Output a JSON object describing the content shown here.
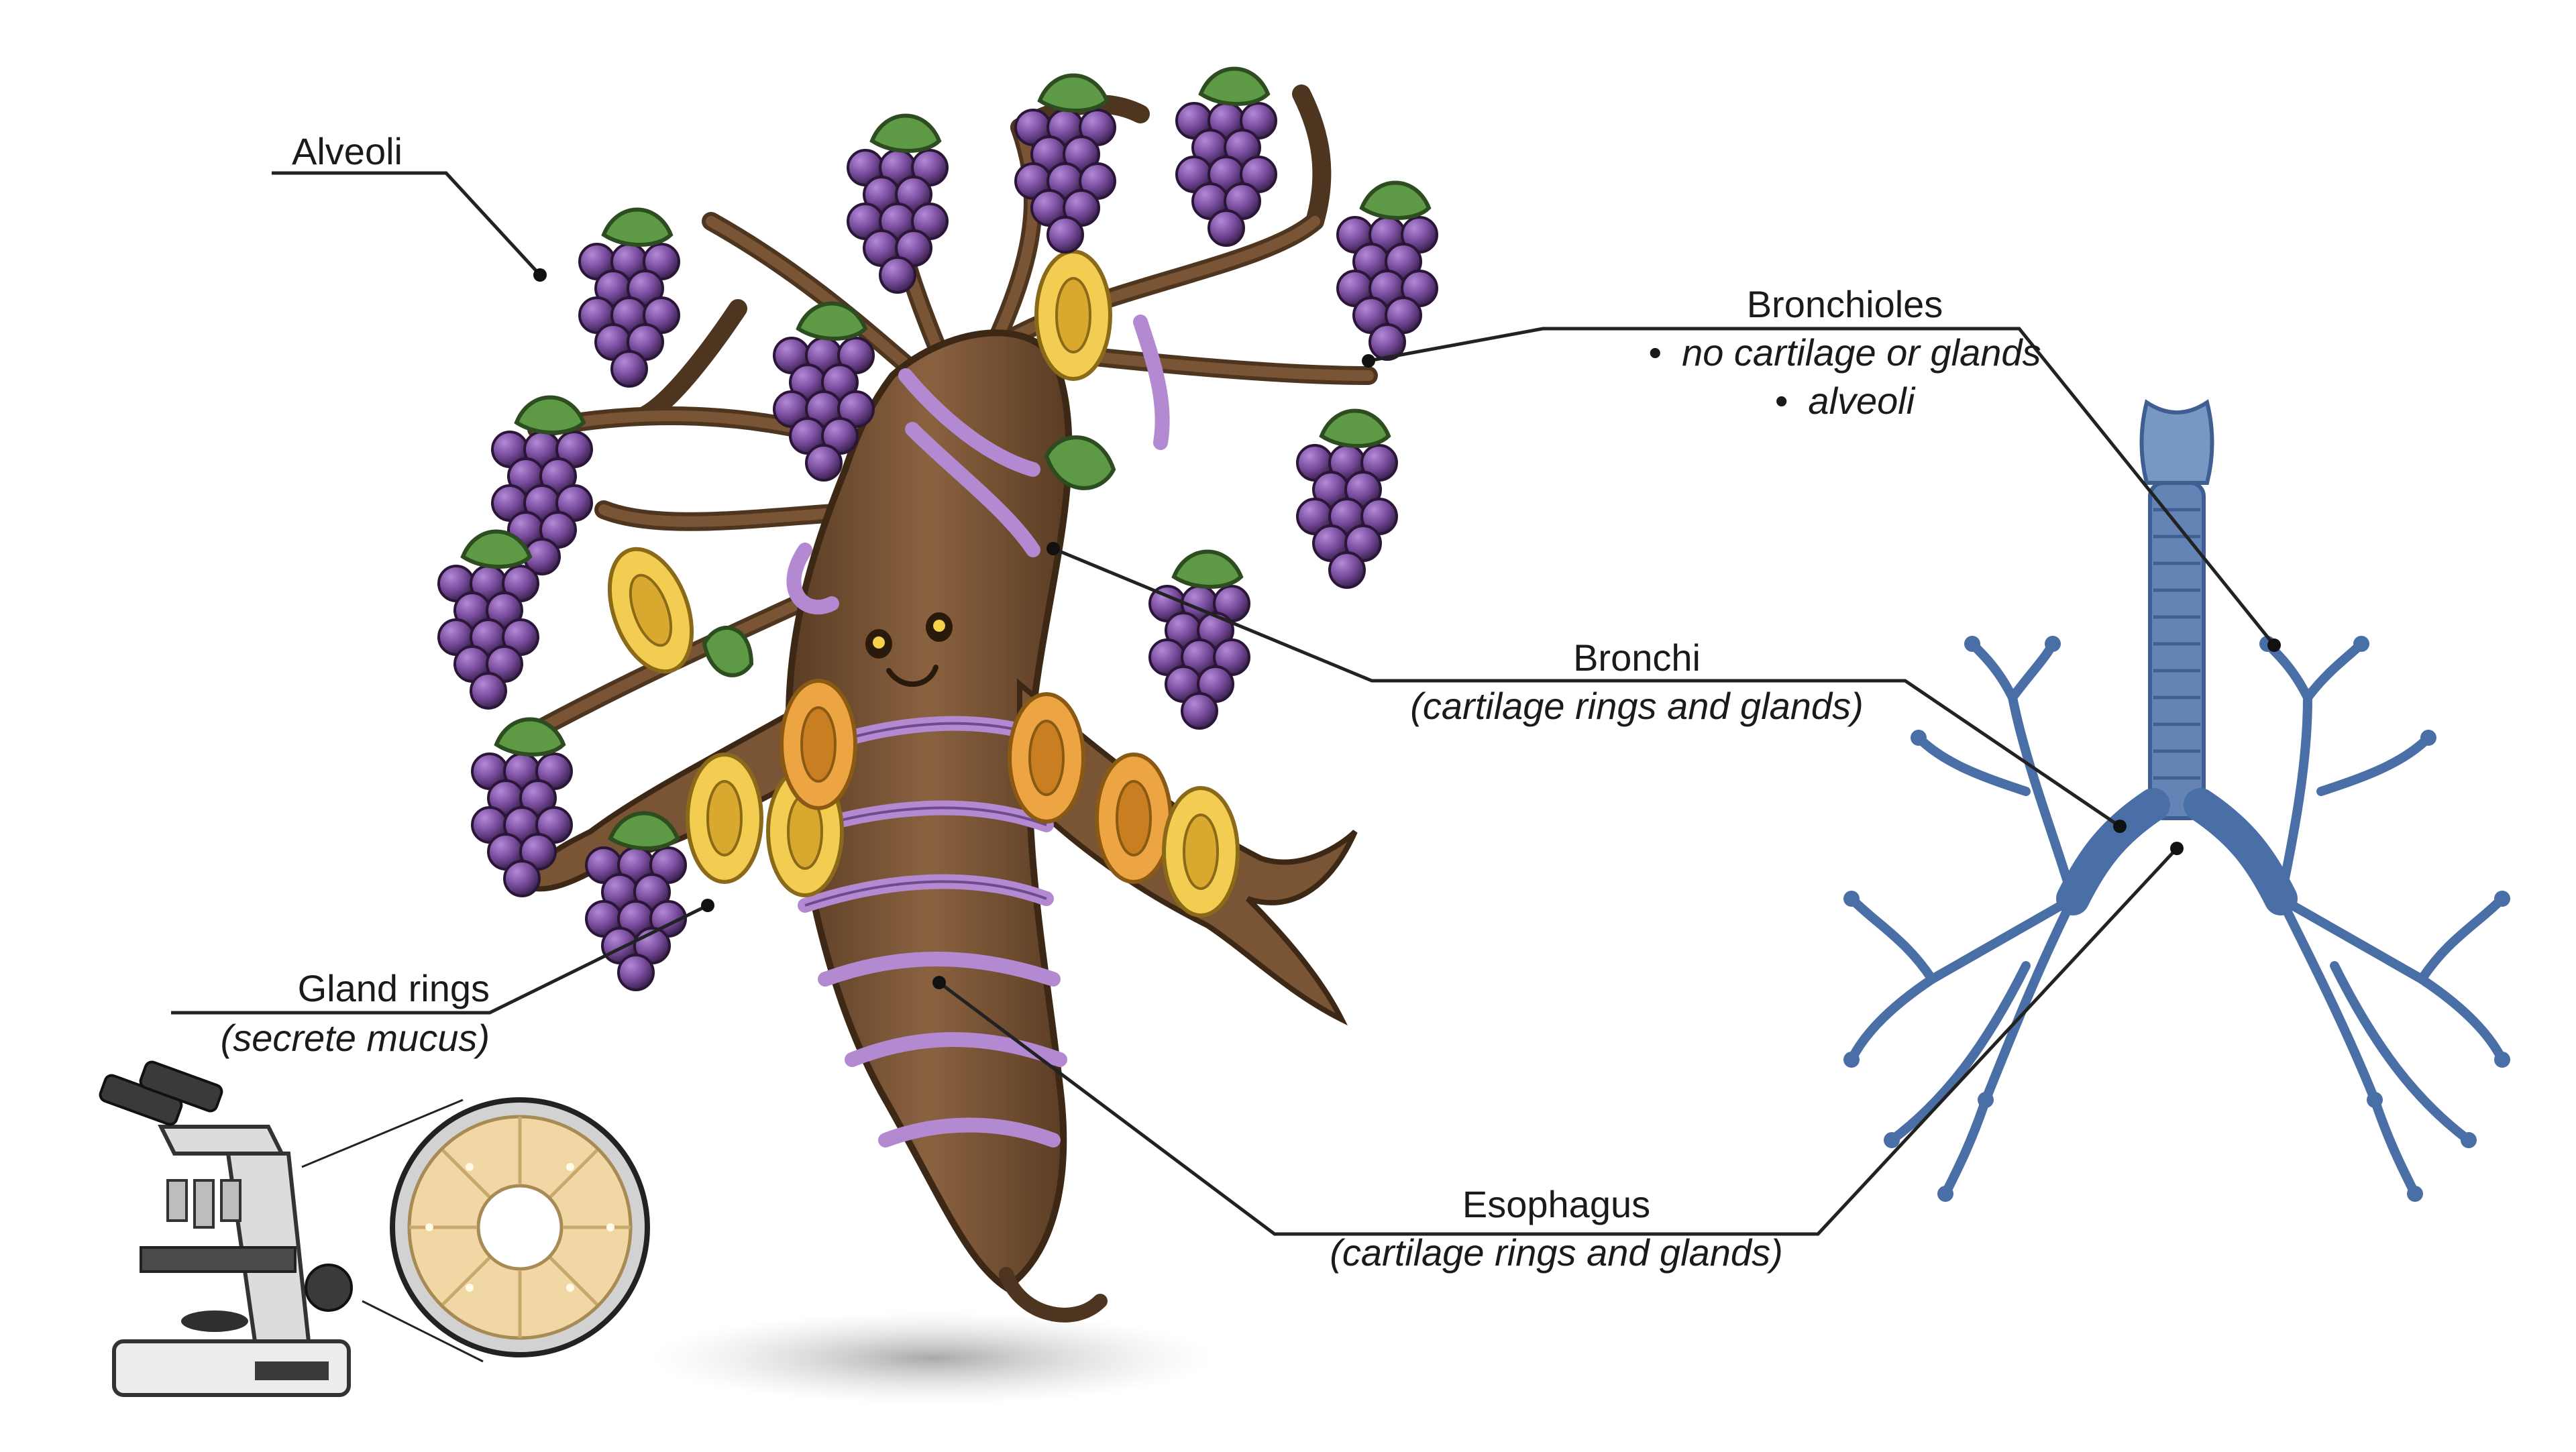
{
  "colors": {
    "trunk": "#7a5535",
    "trunk_dark": "#4e3520",
    "grape": "#7b4ea0",
    "grape_dark": "#3e2453",
    "leaf": "#5e9a45",
    "ring_yellow": "#f3cd52",
    "ring_orange": "#eda443",
    "ring_purple": "#b38ad2",
    "lung": "#4a6fa6",
    "trachea": "#6484b6",
    "cell": "#f1d7a3",
    "leader_line": "#222222"
  },
  "icons": [
    "tree-character",
    "grape-cluster",
    "leaf",
    "cartilage-ring",
    "purple-band",
    "lungs",
    "microscope",
    "cell-magnifier"
  ],
  "labels": {
    "alveoli": "Alveoli",
    "bronchioles": {
      "title": "Bronchioles",
      "bullets": [
        "no cartilage or glands",
        "alveoli"
      ]
    },
    "bronchi": {
      "title": "Bronchi",
      "note": "(cartilage rings and glands)"
    },
    "gland_rings": {
      "title": "Gland rings",
      "note": "(secrete mucus)"
    },
    "esophagus": {
      "title": "Esophagus",
      "note": "(cartilage rings and glands)"
    }
  }
}
